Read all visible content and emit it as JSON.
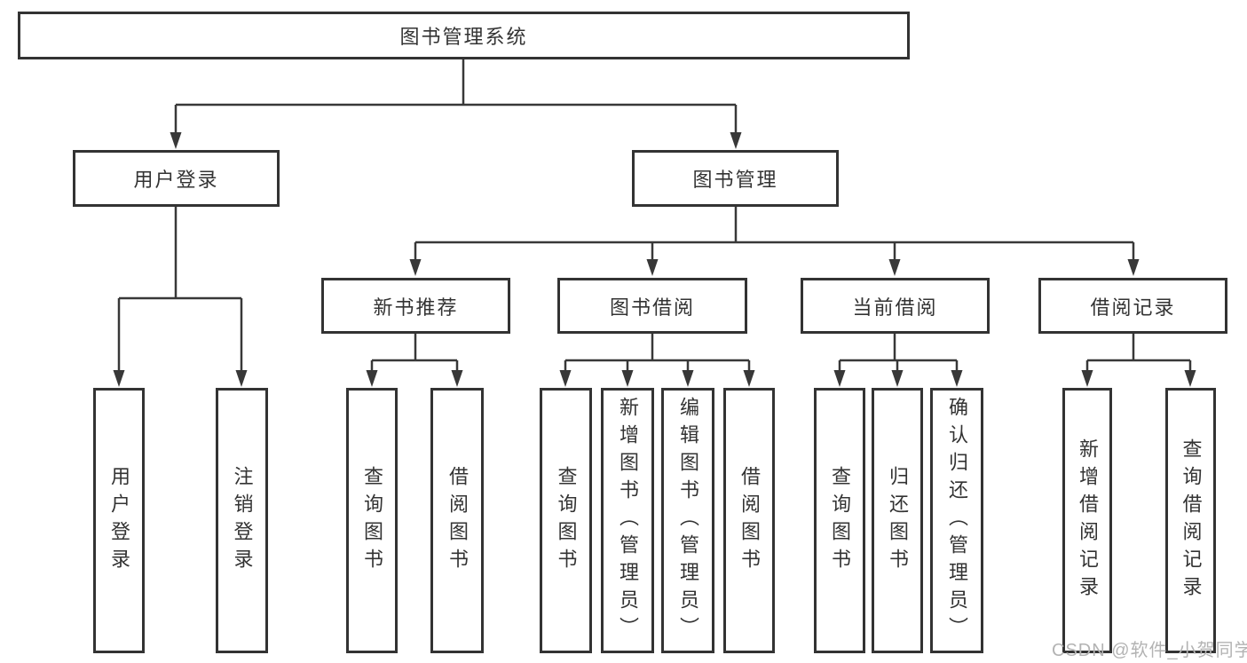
{
  "title": "图书管理系统",
  "watermark": "CSDN @软件_小贺同学",
  "level2": {
    "user_login": "用户登录",
    "book_management": "图书管理"
  },
  "level3": {
    "new_book_recommendation": "新书推荐",
    "book_borrowing": "图书借阅",
    "current_borrowing": "当前借阅",
    "borrowing_records": "借阅记录"
  },
  "leaves": {
    "user_login": [
      "用户登录",
      "注销登录"
    ],
    "new_book_recommendation": [
      "查询图书",
      "借阅图书"
    ],
    "book_borrowing": [
      "查询图书",
      "新增图书（管理员）",
      "编辑图书（管理员）",
      "借阅图书"
    ],
    "current_borrowing": [
      "查询图书",
      "归还图书",
      "确认归还（管理员）"
    ],
    "borrowing_records": [
      "新增借阅记录",
      "查询借阅记录"
    ]
  },
  "colors": {
    "line": "#383838",
    "text": "#333333",
    "watermark_text": "#b3b3b3",
    "background": "#ffffff"
  }
}
